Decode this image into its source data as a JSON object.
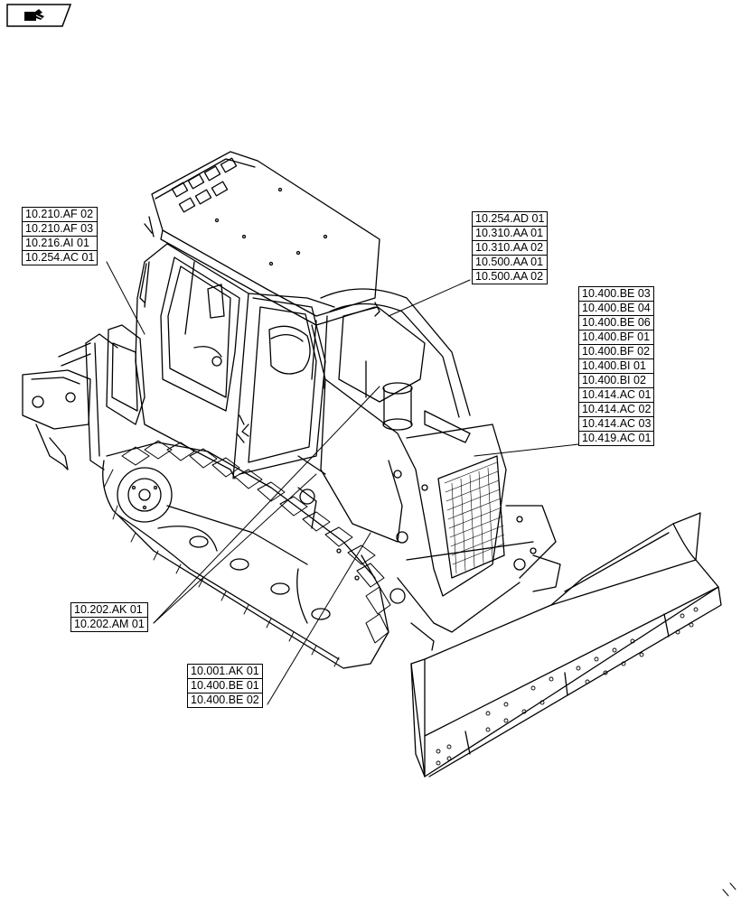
{
  "navigation": {
    "icon": "hand-pointer-icon"
  },
  "callouts": {
    "cab_left": [
      "10.210.AF 02",
      "10.210.AF 03",
      "10.216.AI 01",
      "10.254.AC 01"
    ],
    "cab_top": [
      "10.254.AD 01",
      "10.310.AA 01",
      "10.310.AA 02",
      "10.500.AA 01",
      "10.500.AA 02"
    ],
    "hood_right": [
      "10.400.BE 03",
      "10.400.BE 04",
      "10.400.BE 06",
      "10.400.BF 01",
      "10.400.BF 02",
      "10.400.BI 01",
      "10.400.BI 02",
      "10.414.AC 01",
      "10.414.AC 02",
      "10.414.AC 03",
      "10.419.AC 01"
    ],
    "track_left": [
      "10.202.AK 01",
      "10.202.AM 01"
    ],
    "track_bottom": [
      "10.001.AK 01",
      "10.400.BE 01",
      "10.400.BE 02"
    ]
  },
  "colors": {
    "line": "#000000",
    "background": "#ffffff"
  }
}
